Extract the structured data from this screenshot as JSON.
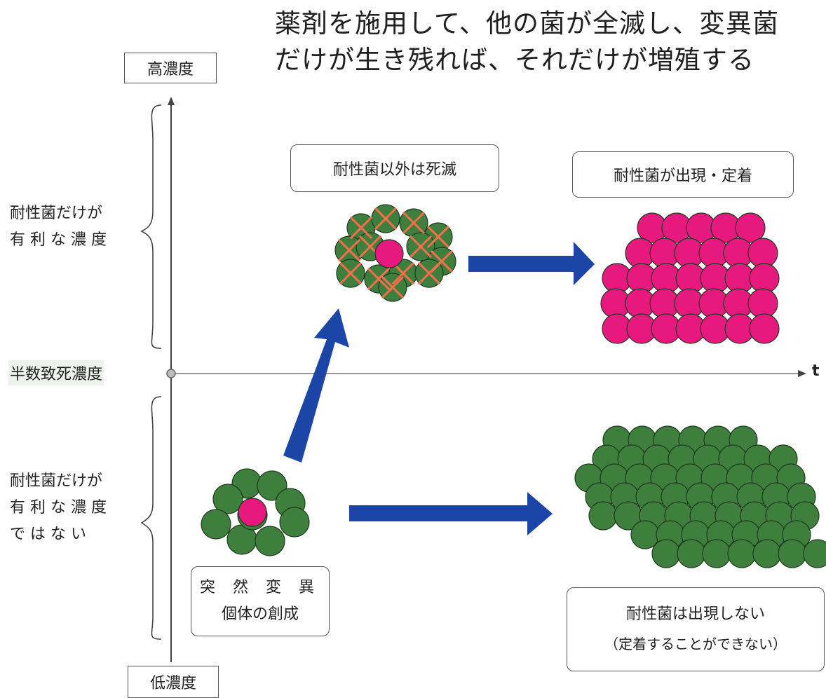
{
  "title": {
    "line1": "薬剤を施用して、他の菌が全滅し、変異菌",
    "line2": "だけが生き残れば、それだけが増殖する"
  },
  "axis": {
    "top_label": "高濃度",
    "bottom_label": "低濃度",
    "middle_label": "半数致死濃度",
    "x_label": "t"
  },
  "brackets": {
    "upper": {
      "line1": "耐性菌だけが",
      "line2": "有 利 な 濃 度"
    },
    "lower": {
      "line1": "耐性菌だけが",
      "line2": "有 利 な 濃 度",
      "line3": "で は な い"
    }
  },
  "boxes": {
    "killed": "耐性菌以外は死滅",
    "established": "耐性菌が出現・定着",
    "mutation_line1": "突 然 変 異",
    "mutation_line2": "個体の創成",
    "not_appear_line1": "耐性菌は出現しない",
    "not_appear_line2": "（定着することができない）"
  },
  "colors": {
    "susceptible": "#3e7f3e",
    "resistant": "#e8197e",
    "cross": "#ff6e4a",
    "arrow": "#1b46a8",
    "axis": "#444444"
  }
}
